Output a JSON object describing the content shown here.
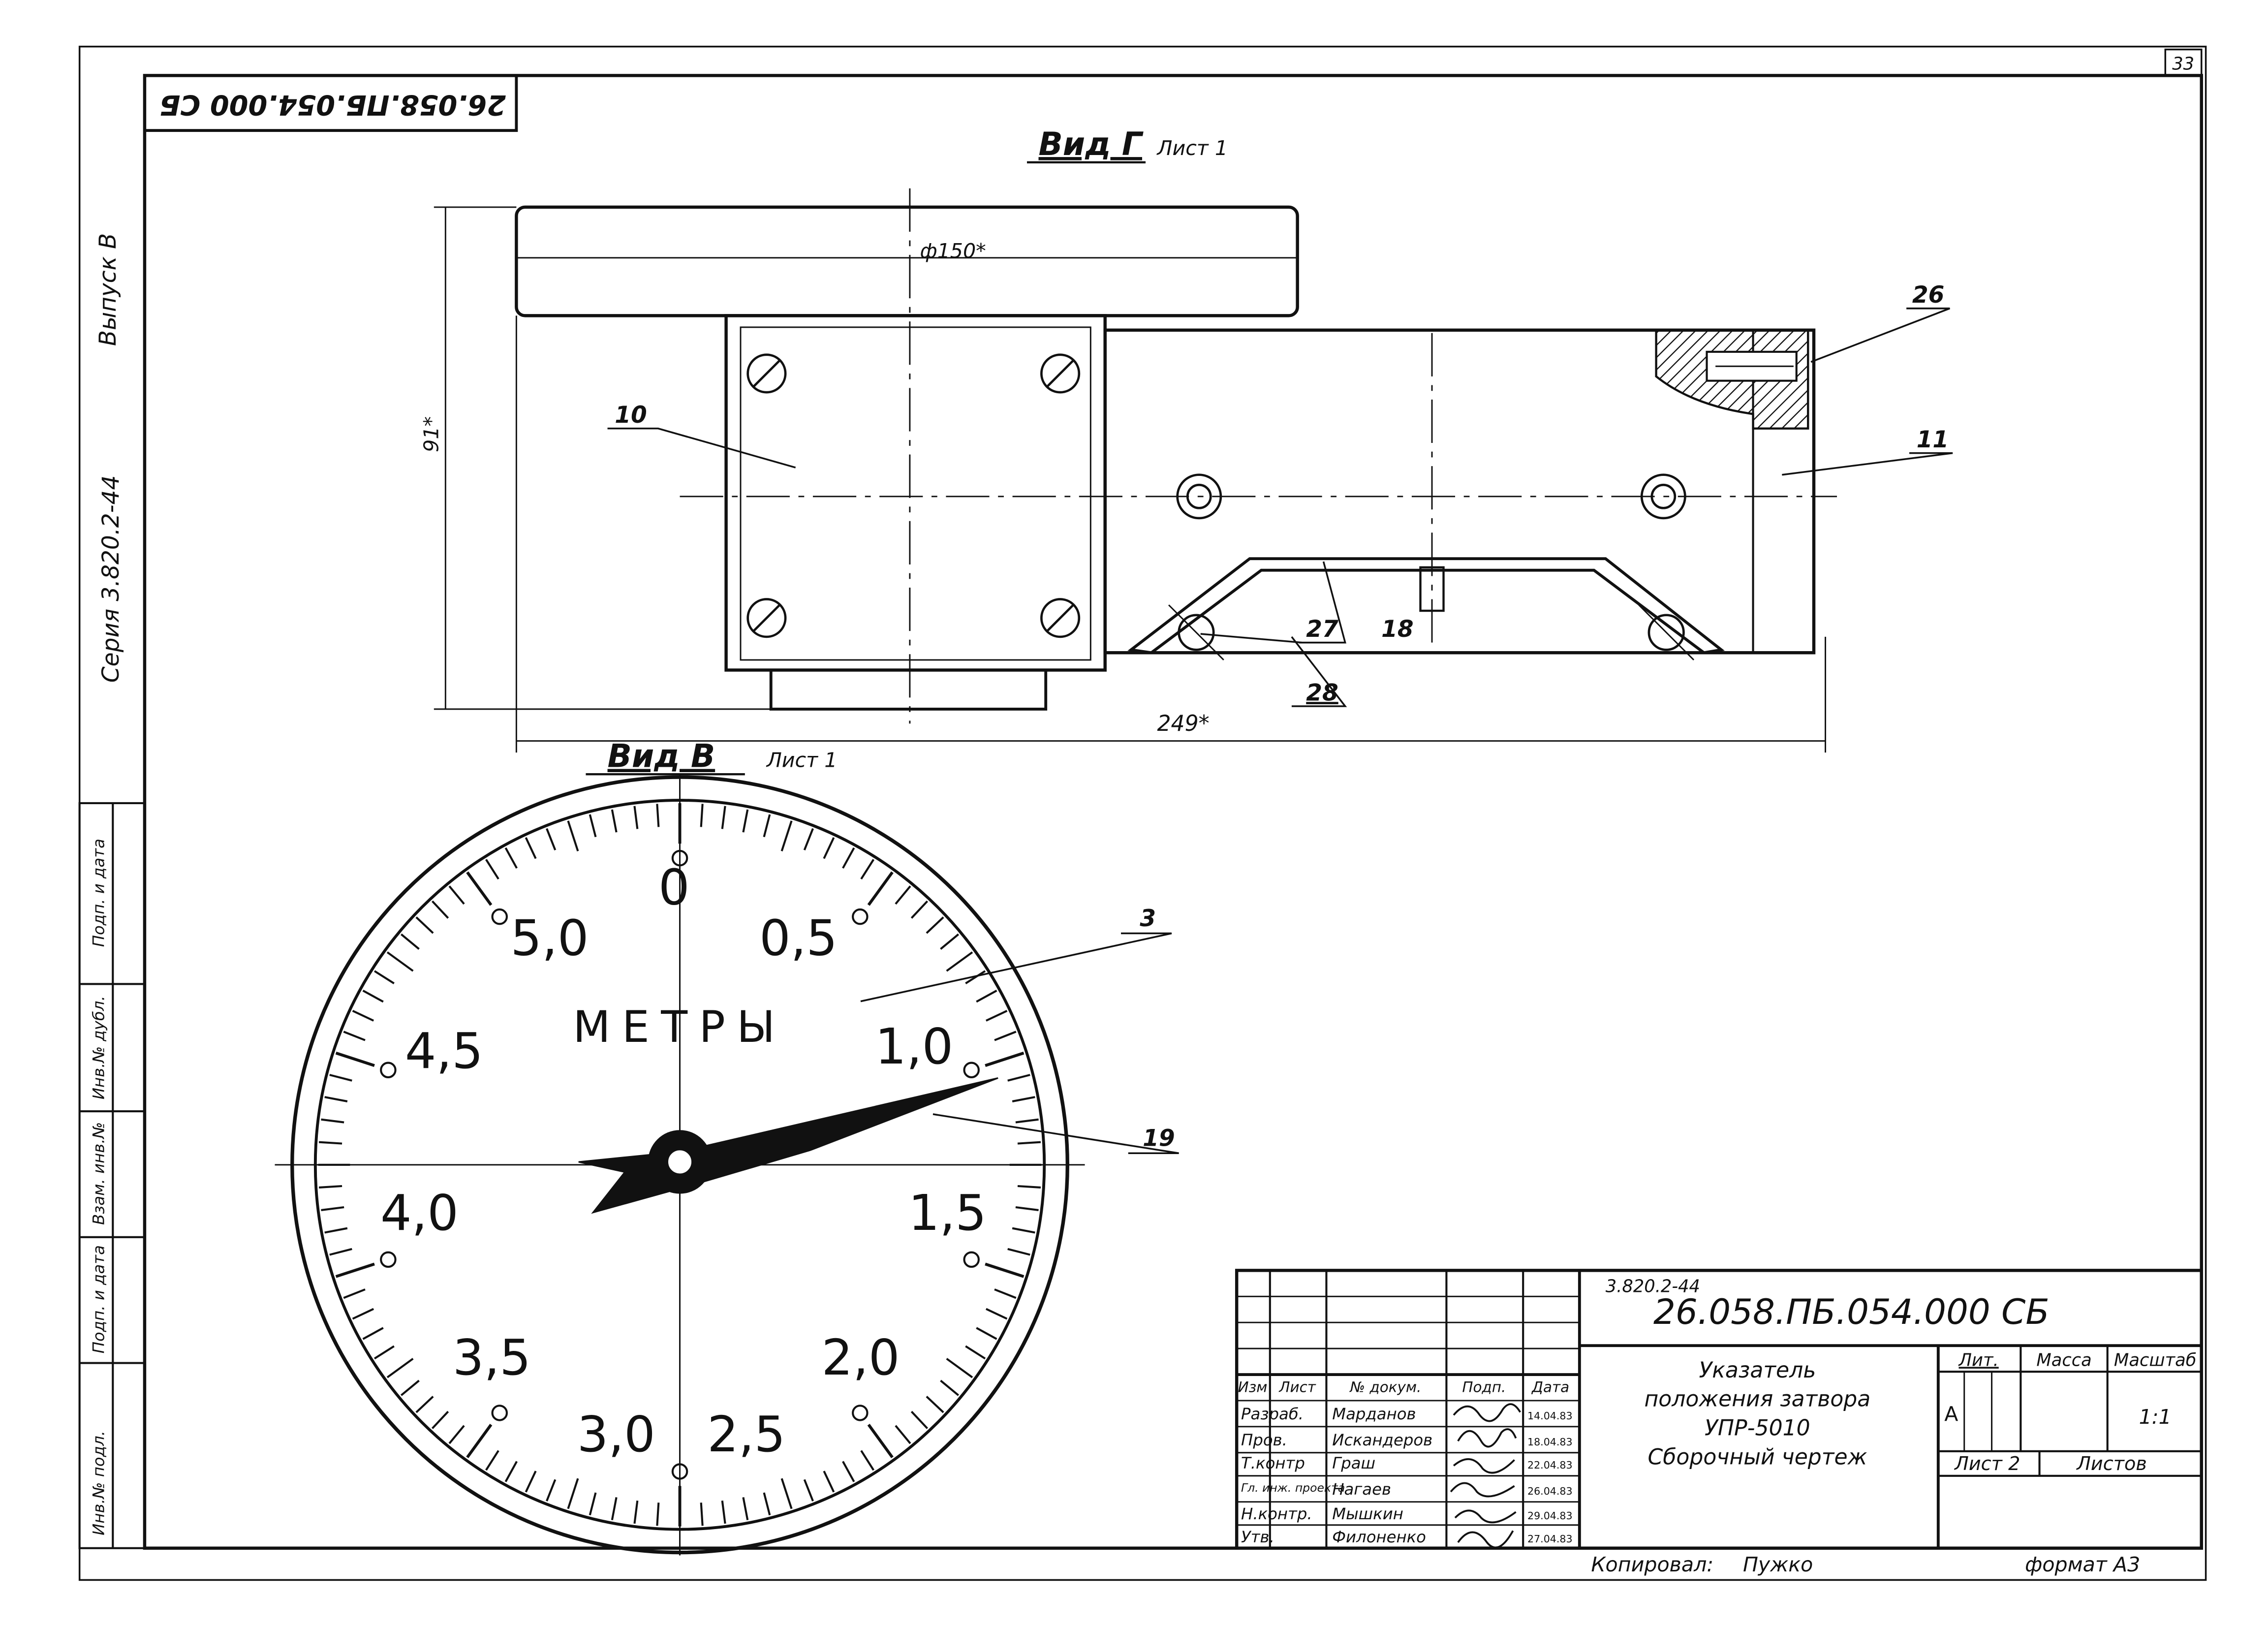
{
  "sheet_number": "33",
  "top_code": "26.058.ПБ.054.000 СБ",
  "left_margin": {
    "vypusk": "Выпуск В",
    "seriya": "Серия 3.820.2-44"
  },
  "side_stamp": [
    "Инв.№ подл.",
    "Подп. и дата",
    "Взам. инв.№",
    "Инв.№ дубл.",
    "Подп. и дата"
  ],
  "view_g": {
    "title": "Вид Г",
    "sheet_ref": "Лист 1",
    "dim_diameter": "ф150*",
    "dim_height": "91*",
    "dim_length": "249*",
    "callouts": [
      "10",
      "26",
      "11",
      "27",
      "18",
      "28"
    ]
  },
  "view_v": {
    "title": "Вид В",
    "sheet_ref": "Лист 1",
    "dial_labels": [
      "0",
      "0,5",
      "1,0",
      "1,5",
      "2,0",
      "2,5",
      "3,0",
      "3,5",
      "4,0",
      "4,5",
      "5,0"
    ],
    "unit": "МЕТРЫ",
    "callouts": [
      "3",
      "19"
    ]
  },
  "title_block": {
    "series": "3.820.2-44",
    "designation": "26.058.ПБ.054.000 СБ",
    "name_lines": [
      "Указатель",
      "положения затвора",
      "УПР-5010",
      "Сборочный чертеж"
    ],
    "head": {
      "izm": "Изм",
      "list": "Лист",
      "doc": "№ докум.",
      "podp": "Подп.",
      "date": "Дата"
    },
    "rows": [
      {
        "role": "Разраб.",
        "name": "Марданов",
        "date": "14.04.83"
      },
      {
        "role": "Пров.",
        "name": "Искандеров",
        "date": "18.04.83"
      },
      {
        "role": "Т.контр",
        "name": "Граш",
        "date": "22.04.83"
      },
      {
        "role": "Гл. инж. проекта",
        "name": "Нагаев",
        "date": "26.04.83"
      },
      {
        "role": "Н.контр.",
        "name": "Мышкин",
        "date": "29.04.83"
      },
      {
        "role": "Утв.",
        "name": "Филоненко",
        "date": "27.04.83"
      }
    ],
    "lit_label": "Лит.",
    "mass_label": "Масса",
    "scale_label": "Масштаб",
    "lit_value": "А",
    "scale_value": "1:1",
    "sheet_label": "Лист 2",
    "sheets_label": "Листов"
  },
  "footer": {
    "copied": "Копировал:",
    "copied_name": "Пужко",
    "format": "формат А3"
  }
}
